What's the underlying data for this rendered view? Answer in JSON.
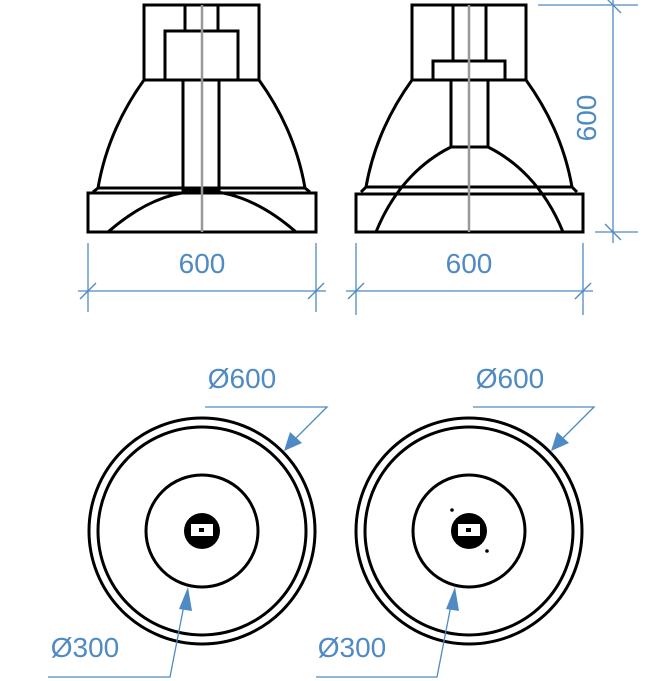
{
  "dimensions": {
    "left_width": "600",
    "right_width": "600",
    "right_height": "600",
    "left_outer_diameter": "Ø600",
    "right_outer_diameter": "Ø600",
    "left_inner_diameter": "Ø300",
    "right_inner_diameter": "Ø300"
  },
  "colors": {
    "dimension": "#4f8ac4",
    "outline": "#000000",
    "centerline": "#999999"
  }
}
